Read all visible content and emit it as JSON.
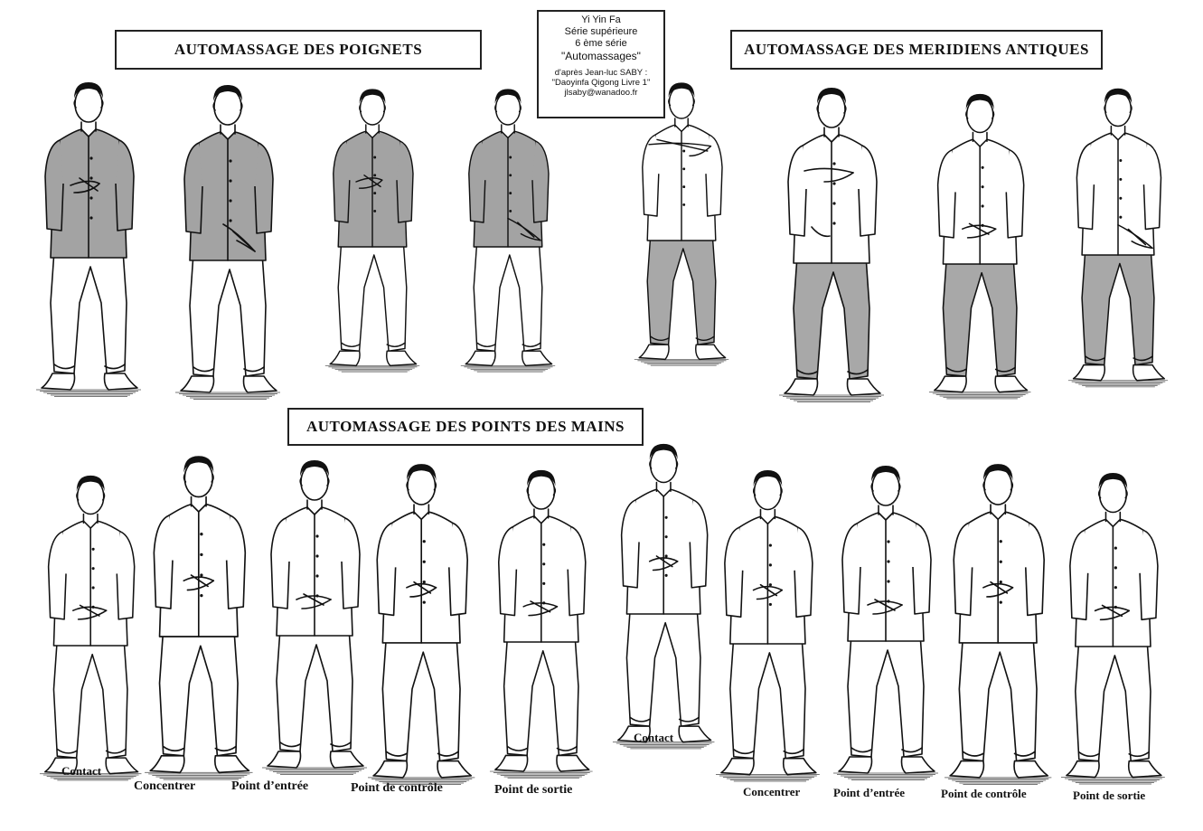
{
  "titles": {
    "poignets": "AUTOMASSAGE DES POIGNETS",
    "meridiens": "AUTOMASSAGE DES MERIDIENS ANTIQUES",
    "mains": "AUTOMASSAGE DES POINTS DES MAINS"
  },
  "info": {
    "line1": "Yi Yin Fa",
    "line2": "Série supérieure",
    "line3": "6 ème série",
    "line4": "\"Automassages\"",
    "line5": "d'après Jean-luc SABY :",
    "line6": "\"Daoyinfa Qigong Livre 1\"",
    "line7": "jlsaby@wanadoo.fr"
  },
  "captions": {
    "left": [
      "Contact",
      "Concentrer",
      "Point d’entrée",
      "Point de contrôle",
      "Point de sortie"
    ],
    "right": [
      "Contact",
      "Concentrer",
      "Point d’entrée",
      "Point de contrôle",
      "Point de sortie"
    ]
  },
  "colors": {
    "jacket_grey": "#a3a3a3",
    "pants_grey": "#a8a8a8",
    "white": "#ffffff",
    "ink": "#111111"
  }
}
